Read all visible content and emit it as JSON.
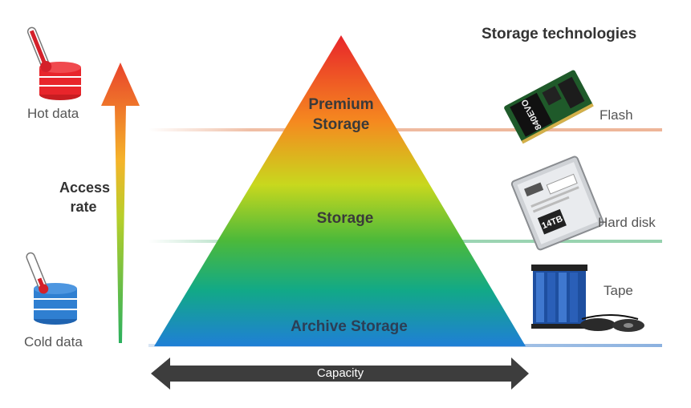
{
  "title": "Storage technologies",
  "left": {
    "hot_label": "Hot data",
    "cold_label": "Cold data",
    "access_rate_line1": "Access",
    "access_rate_line2": "rate"
  },
  "pyramid": {
    "tier_top_line1": "Premium",
    "tier_top_line2": "Storage",
    "tier_middle": "Storage",
    "tier_bottom": "Archive Storage",
    "capacity_label": "Capacity"
  },
  "technologies": {
    "flash": {
      "label": "Flash",
      "device_text": "840EVO"
    },
    "hard_disk": {
      "label": "Hard disk",
      "device_text": "14TB"
    },
    "tape": {
      "label": "Tape"
    }
  },
  "colors": {
    "hot": "#e8252b",
    "cold": "#2f7fd1",
    "flash_line": "#e9a27e",
    "hdd_line": "#7cc79a",
    "tape_line": "#7fa9dc",
    "capacity_arrow": "#3d3d3d"
  }
}
